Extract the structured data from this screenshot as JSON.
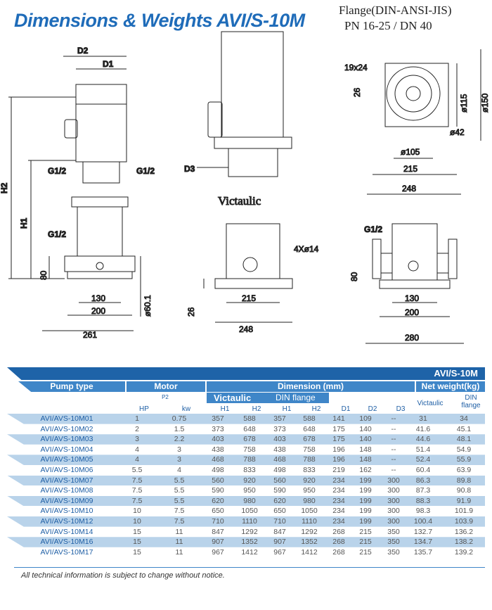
{
  "title": "Dimensions & Weights AVI/S-10M",
  "flange": {
    "line1": "Flange(DIN-ANSI-JIS)",
    "line2": "PN 16-25 / DN 40"
  },
  "drawings": {
    "front": {
      "d2": "D2",
      "d1": "D1",
      "h2": "H2",
      "h1": "H1",
      "g_left": "G1/2",
      "g_right": "G1/2",
      "g_mid": "G1/2",
      "d80": "80",
      "d130": "130",
      "d200": "200",
      "d261": "261",
      "dia": "ø60.1"
    },
    "side": {
      "d3": "D3",
      "victaulic": "Victaulic",
      "holes": "4Xø14",
      "d26": "26",
      "d215": "215",
      "d248": "248"
    },
    "flange_view": {
      "slot": "19x24",
      "d26": "26",
      "d115": "ø115",
      "d150": "ø150",
      "d42": "ø42",
      "d105": "ø105",
      "d215": "215",
      "d248": "248"
    },
    "right": {
      "g": "G1/2",
      "d80": "80",
      "d130": "130",
      "d200": "200",
      "d280": "280"
    }
  },
  "table": {
    "model": "AVI/S-10M",
    "headers": {
      "pump_type": "Pump type",
      "motor": "Motor",
      "dimension": "Dimension (mm)",
      "net_weight": "Net weight(kg)",
      "victaulic": "Victaulic",
      "din_flange": "DIN flange",
      "p2": "P2",
      "hp": "HP",
      "kw": "kw",
      "h1": "H1",
      "h2": "H2",
      "h1b": "H1",
      "h2b": "H2",
      "d1": "D1",
      "d2": "D2",
      "d3": "D3",
      "w_vict": "Victaulic",
      "w_din": "DIN flange"
    },
    "rows": [
      [
        "AVI/AVS-10M01",
        "1",
        "0.75",
        "357",
        "588",
        "357",
        "588",
        "141",
        "109",
        "--",
        "31",
        "34"
      ],
      [
        "AVI/AVS-10M02",
        "2",
        "1.5",
        "373",
        "648",
        "373",
        "648",
        "175",
        "140",
        "--",
        "41.6",
        "45.1"
      ],
      [
        "AVI/AVS-10M03",
        "3",
        "2.2",
        "403",
        "678",
        "403",
        "678",
        "175",
        "140",
        "--",
        "44.6",
        "48.1"
      ],
      [
        "AVI/AVS-10M04",
        "4",
        "3",
        "438",
        "758",
        "438",
        "758",
        "196",
        "148",
        "--",
        "51.4",
        "54.9"
      ],
      [
        "AVI/AVS-10M05",
        "4",
        "3",
        "468",
        "788",
        "468",
        "788",
        "196",
        "148",
        "--",
        "52.4",
        "55.9"
      ],
      [
        "AVI/AVS-10M06",
        "5.5",
        "4",
        "498",
        "833",
        "498",
        "833",
        "219",
        "162",
        "--",
        "60.4",
        "63.9"
      ],
      [
        "AVI/AVS-10M07",
        "7.5",
        "5.5",
        "560",
        "920",
        "560",
        "920",
        "234",
        "199",
        "300",
        "86.3",
        "89.8"
      ],
      [
        "AVI/AVS-10M08",
        "7.5",
        "5.5",
        "590",
        "950",
        "590",
        "950",
        "234",
        "199",
        "300",
        "87.3",
        "90.8"
      ],
      [
        "AVI/AVS-10M09",
        "7.5",
        "5.5",
        "620",
        "980",
        "620",
        "980",
        "234",
        "199",
        "300",
        "88.3",
        "91.9"
      ],
      [
        "AVI/AVS-10M10",
        "10",
        "7.5",
        "650",
        "1050",
        "650",
        "1050",
        "234",
        "199",
        "300",
        "98.3",
        "101.9"
      ],
      [
        "AVI/AVS-10M12",
        "10",
        "7.5",
        "710",
        "1110",
        "710",
        "1110",
        "234",
        "199",
        "300",
        "100.4",
        "103.9"
      ],
      [
        "AVI/AVS-10M14",
        "15",
        "11",
        "847",
        "1292",
        "847",
        "1292",
        "268",
        "215",
        "350",
        "132.7",
        "136.2"
      ],
      [
        "AVI/AVS-10M16",
        "15",
        "11",
        "907",
        "1352",
        "907",
        "1352",
        "268",
        "215",
        "350",
        "134.7",
        "138.2"
      ],
      [
        "AVI/AVS-10M17",
        "15",
        "11",
        "967",
        "1412",
        "967",
        "1412",
        "268",
        "215",
        "350",
        "135.7",
        "139.2"
      ]
    ]
  },
  "footer": "All technical information is subject to change without notice.",
  "colors": {
    "title": "#1f6cb9",
    "header": "#3f86c8",
    "banner": "#1e63a8",
    "row_shade": "#b9d3ea"
  }
}
